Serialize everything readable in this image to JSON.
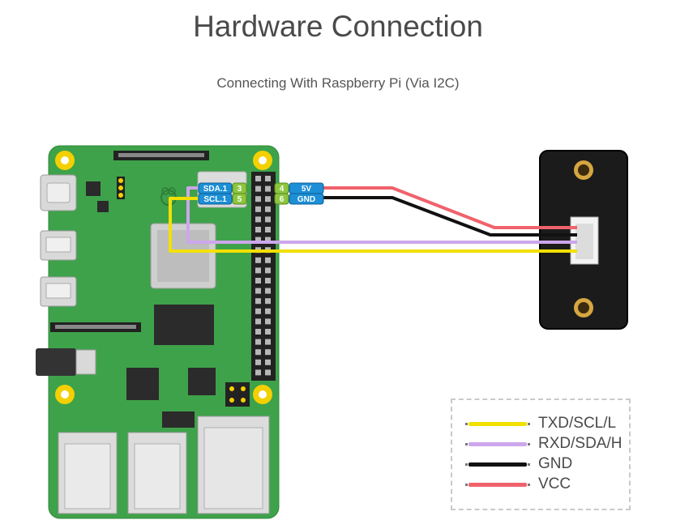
{
  "title": "Hardware Connection",
  "subtitle": "Connecting With Raspberry Pi (Via I2C)",
  "pins": {
    "sda_name": "SDA.1",
    "sda_num": "3",
    "scl_name": "SCL.1",
    "scl_num": "5",
    "vcc_num": "4",
    "vcc_name": "5V",
    "gnd_num": "6",
    "gnd_name": "GND"
  },
  "legend": [
    {
      "label": "TXD/SCL/L",
      "color": "#f2e000"
    },
    {
      "label": "RXD/SDA/H",
      "color": "#cda6ec"
    },
    {
      "label": "GND",
      "color": "#111111"
    },
    {
      "label": "VCC",
      "color": "#f0626c"
    }
  ],
  "colors": {
    "board": "#3ea24a",
    "wire_scl": "#f2e000",
    "wire_sda": "#cda6ec",
    "wire_gnd": "#111111",
    "wire_vcc": "#f0626c",
    "pin_blue": "#1d8fd6",
    "pin_green": "#8cc63e"
  }
}
